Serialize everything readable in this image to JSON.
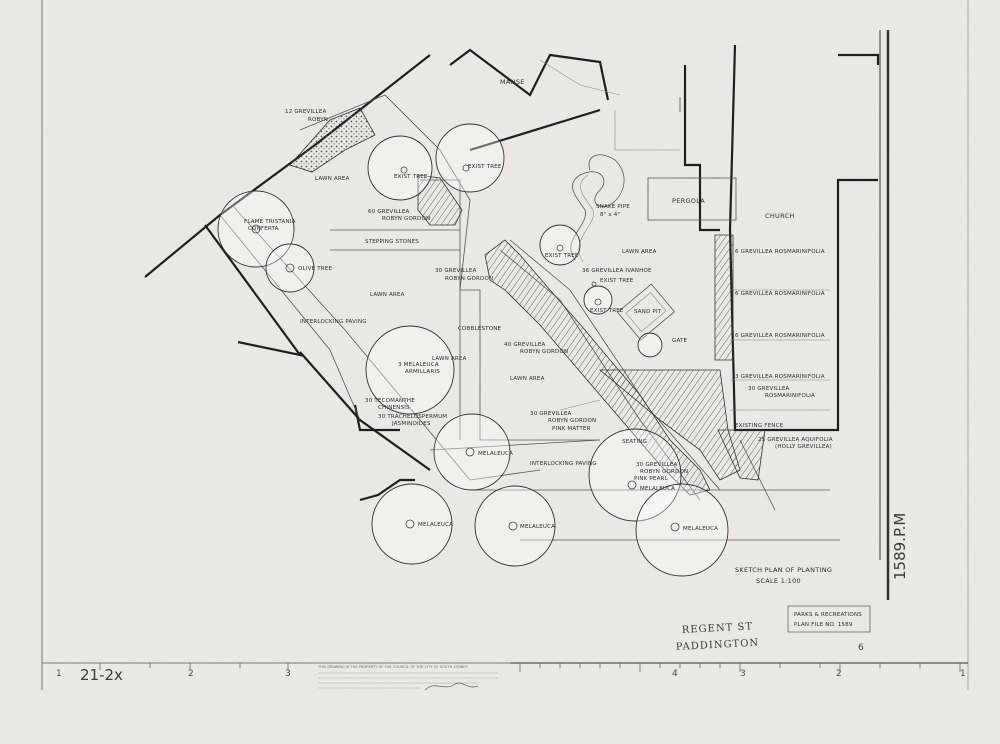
{
  "sheet": {
    "stamp_number": "1589.P.M",
    "sheet_code": "21-2x",
    "title": "SKETCH PLAN OF PLANTING",
    "scale": "SCALE 1:100",
    "street": "REGENT ST",
    "suburb": "PADDINGTON",
    "file_stamp": {
      "line1": "PARKS & RECREATIONS",
      "line2": "PLAN FILE NO. 1589"
    },
    "ruler_numbers_left": [
      "1",
      "2",
      "3"
    ],
    "ruler_numbers_right": [
      "4",
      "3",
      "2",
      "1"
    ],
    "corner_mark": "6",
    "fine_print": "THIS DRAWING IS THE PROPERTY OF THE COUNCIL OF THE CITY OF SOUTH SYDNEY"
  },
  "labels": {
    "manse": "MANSE",
    "church": "CHURCH",
    "pergola": "PERGOLA",
    "sand_pit": "SAND PIT",
    "snake_pipe": "SNAKE PIPE",
    "snake_pipe_size": "8\" x 4\"",
    "gate": "GATE",
    "existing_fence": "EXISTING FENCE",
    "lawn_1": "LAWN AREA",
    "lawn_2": "LAWN AREA",
    "lawn_3": "LAWN AREA",
    "lawn_4": "LAWN AREA",
    "lawn_5": "LAWN AREA",
    "stepping_stones": "STEPPING STONES",
    "interlocking_paving_1": "INTERLOCKING PAVING",
    "interlocking_paving_2": "INTERLOCKING PAVING",
    "cobblestone": "COBBLESTONE",
    "seating": "SEATING",
    "p_12_grevillea": "12 GREVILLEA",
    "p_12_grevillea_b": "ROBYN",
    "p_60_grevillea": "60 GREVILLEA",
    "p_60_grevillea_b": "ROBYN GORDON",
    "p_30_grevillea_a": "30 GREVILLEA",
    "p_30_grevillea_a2": "ROBYN GORDON",
    "p_36_grevillea": "36 GREVILLEA IVANHOE",
    "p_40_grevillea": "40 GREVILLEA",
    "p_40_grevillea_b": "ROBYN GORDON",
    "p_30_grevillea_b": "30 GREVILLEA",
    "p_30_grevillea_b2": "ROBYN GORDON",
    "p_30_grevillea_b3": "PINK MATTER",
    "p_3_melaleuca": "3 MELALEUCA",
    "p_3_melaleuca_b": "ARMILLARIS",
    "p_30_tecomanthe": "30 TECOMANTHE",
    "p_30_tecomanthe_b": "CHINENSIS",
    "p_30_trachelospermum": "30 TRACHELOSPERMUM",
    "p_30_trachelospermum_b": "JASMINOIDES",
    "p_30_grevillea_c": "30 GREVILLEA",
    "p_30_grevillea_c2": "ROBYN GORDON",
    "p_30_grevillea_c3": "PINK PEARL",
    "p_6_grevillea_1": "6 GREVILLEA ROSMARINIFOLIA",
    "p_6_grevillea_2": "6 GREVILLEA ROSMARINIFOLIA",
    "p_6_grevillea_3": "6 GREVILLEA ROSMARINIFOLIA",
    "p_3_grevillea": "3 GREVILLEA ROSMARINIFOLIA",
    "p_30_grevillea_d": "30 GREVILLEA",
    "p_30_grevillea_d2": "ROSMARINIFOLIA",
    "p_25_grevillea": "25 GREVILLEA AQUIFOLIA",
    "p_25_grevillea_b": "(HOLLY GREVILLEA)",
    "t_tristania_1": "FLAME TRISTANIA",
    "t_tristania_1b": "CONFERTA",
    "t_olive": "OLIVE TREE",
    "t_exist_1": "EXIST TREE",
    "t_exist_2": "EXIST TREE",
    "t_exist_3": "EXIST TREE",
    "t_exist_4": "EXIST TREE",
    "t_exist_5": "EXIST TREE",
    "t_melaleuca_1": "MELALEUCA",
    "t_melaleuca_2": "MELALEUCA",
    "t_melaleuca_3": "MELALEUCA",
    "t_melaleuca_4": "MELALEUCA",
    "t_melaleuca_5": "MELALEUCA"
  },
  "colors": {
    "paper": "#ecebe6",
    "ink": "#1f1f1f"
  }
}
